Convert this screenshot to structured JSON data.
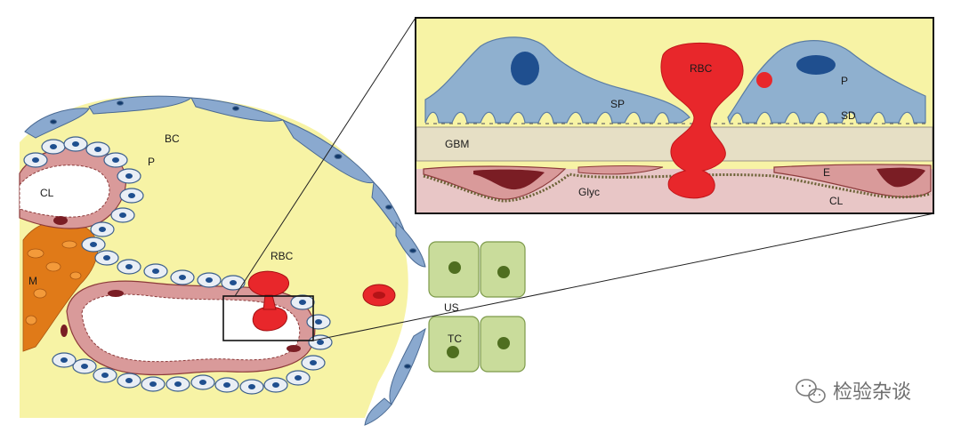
{
  "overview": {
    "labels": {
      "bc": "BC",
      "p": "P",
      "cl": "CL",
      "m": "M",
      "rbc": "RBC",
      "us": "US",
      "tc": "TC"
    }
  },
  "inset": {
    "labels": {
      "rbc": "RBC",
      "sp": "SP",
      "p": "P",
      "sd": "SD",
      "gbm": "GBM",
      "e": "E",
      "glyc": "Glyc",
      "cl": "CL"
    }
  },
  "watermark": {
    "text": "检验杂谈",
    "icon": "wechat-icon"
  },
  "colors": {
    "bowman_space": "#f7f3a5",
    "capsule_cell": "#8aa9cf",
    "podocyte": "#8fb0cf",
    "podocyte_nucleus": "#1f4f8f",
    "capillary_wall": "#d99a9a",
    "endothelial_nucleus": "#7a1d24",
    "red_blood_cell": "#e8272b",
    "mesangium": "#e07a18",
    "tubule": "#c9dc9b",
    "tubule_nucleus": "#4f6e20",
    "gbm": "#e6dfc5",
    "capillary_lumen_inset": "#e8c6c6"
  }
}
